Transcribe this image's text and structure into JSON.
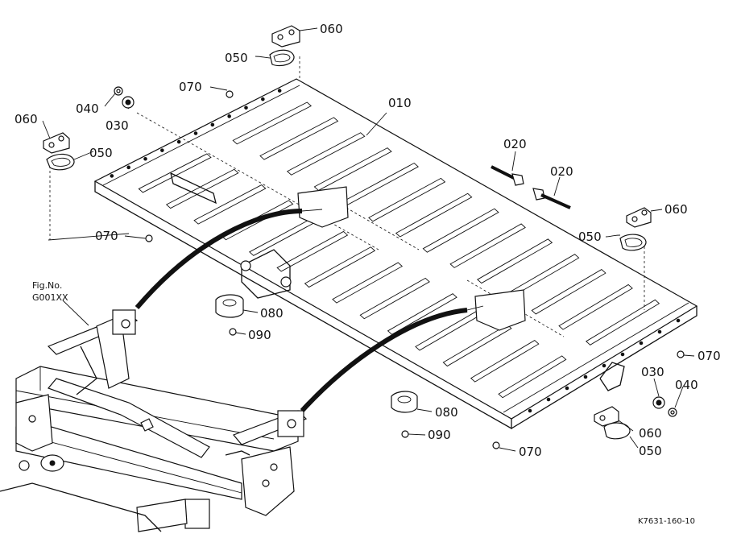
{
  "callouts": {
    "p010": "010",
    "p020a": "020",
    "p020b": "020",
    "p030a": "030",
    "p030b": "030",
    "p040a": "040",
    "p040b": "040",
    "p050a": "050",
    "p050b": "050",
    "p050c": "050",
    "p050d": "050",
    "p060a": "060",
    "p060b": "060",
    "p060c": "060",
    "p060d": "060",
    "p070a": "070",
    "p070b": "070",
    "p070c": "070",
    "p070d": "070",
    "p080a": "080",
    "p080b": "080",
    "p090a": "090",
    "p090b": "090"
  },
  "figure_ref": {
    "line1": "Fig.No.",
    "line2": "G001XX"
  },
  "diagram_code": "K7631-160-10"
}
